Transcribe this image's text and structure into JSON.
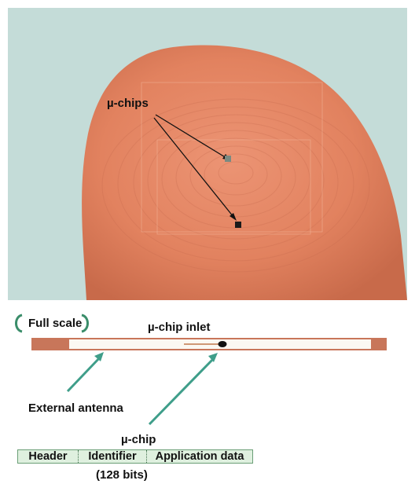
{
  "labels": {
    "photo_callout": "µ-chips",
    "full_scale": "Full scale",
    "inlet": "µ-chip inlet",
    "external_antenna": "External antenna",
    "chip": "µ-chip",
    "bits": "(128 bits)"
  },
  "memory_fields": [
    "Header",
    "Identifier",
    "Application data"
  ],
  "colors": {
    "photo_background": "#c4dcd8",
    "finger": "#e38562",
    "antenna_strip": "#c8765a",
    "arrow_teal": "#3f9e8a",
    "badge_green": "#3a8d6a",
    "table_fill": "#dff0df"
  }
}
